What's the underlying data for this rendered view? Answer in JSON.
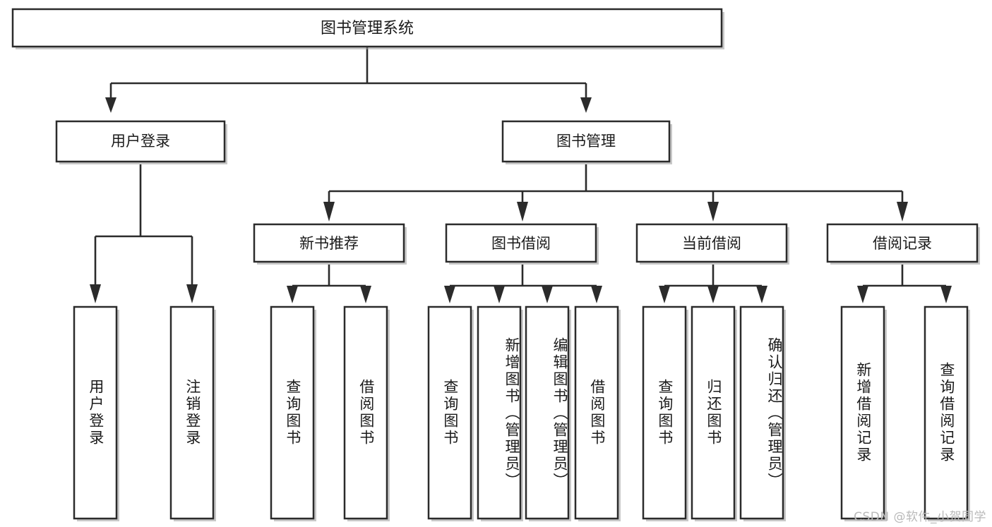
{
  "diagram": {
    "type": "hierarchy-tree",
    "title": "图书管理系统",
    "watermark": "CSDN @软件_小贺同学",
    "colors": {
      "box_fill": "#ffffff",
      "box_stroke": "#2b2b2b",
      "connector": "#2b2b2b",
      "shadow": "#9a9a9a",
      "text": "#1a1a1a",
      "watermark": "#b9b9b9"
    },
    "root": {
      "label": "图书管理系统"
    },
    "level2": [
      {
        "id": "user-login",
        "label": "用户登录"
      },
      {
        "id": "book-management",
        "label": "图书管理"
      }
    ],
    "level3": [
      {
        "id": "new-book-recommend",
        "label": "新书推荐",
        "parent": "book-management"
      },
      {
        "id": "book-borrow",
        "label": "图书借阅",
        "parent": "book-management"
      },
      {
        "id": "current-borrow",
        "label": "当前借阅",
        "parent": "book-management"
      },
      {
        "id": "borrow-record",
        "label": "借阅记录",
        "parent": "book-management"
      }
    ],
    "leaves": [
      {
        "id": "leaf-user-login",
        "label": "用户登录",
        "parent": "user-login"
      },
      {
        "id": "leaf-logout-login",
        "label": "注销登录",
        "parent": "user-login"
      },
      {
        "id": "leaf-query-books-1",
        "label": "查询图书",
        "parent": "new-book-recommend"
      },
      {
        "id": "leaf-borrow-books-1",
        "label": "借阅图书",
        "parent": "new-book-recommend"
      },
      {
        "id": "leaf-query-books-2",
        "label": "查询图书",
        "parent": "book-borrow"
      },
      {
        "id": "leaf-add-book-admin",
        "label": "新增图书（管理员）",
        "parent": "book-borrow"
      },
      {
        "id": "leaf-edit-book-admin",
        "label": "编辑图书（管理员）",
        "parent": "book-borrow"
      },
      {
        "id": "leaf-borrow-books-2",
        "label": "借阅图书",
        "parent": "book-borrow"
      },
      {
        "id": "leaf-query-books-3",
        "label": "查询图书",
        "parent": "current-borrow"
      },
      {
        "id": "leaf-return-books",
        "label": "归还图书",
        "parent": "current-borrow"
      },
      {
        "id": "leaf-confirm-return-admin",
        "label": "确认归还（管理员）",
        "parent": "current-borrow"
      },
      {
        "id": "leaf-add-borrow-record",
        "label": "新增借阅记录",
        "parent": "borrow-record"
      },
      {
        "id": "leaf-query-borrow-record",
        "label": "查询借阅记录",
        "parent": "borrow-record"
      }
    ]
  }
}
